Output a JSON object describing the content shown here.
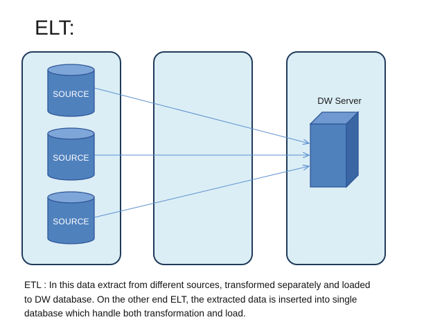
{
  "title": "ELT:",
  "sources": [
    {
      "label": "SOURCE"
    },
    {
      "label": "SOURCE"
    },
    {
      "label": "SOURCE"
    }
  ],
  "dw_server": {
    "label": "DW Server"
  },
  "caption": {
    "lines": [
      "ETL : In this data extract from different sources,  transformed separately and loaded",
      "to DW database. On the other end ELT, the extracted data is inserted into single",
      "database which handle both transformation and load."
    ]
  },
  "colors": {
    "panel_fill": "#dbeef5",
    "panel_border": "#1f3a5a",
    "cylinder_fill": "#4f81bd",
    "cylinder_stroke": "#2f5597",
    "arrow": "#5b8fcf"
  }
}
